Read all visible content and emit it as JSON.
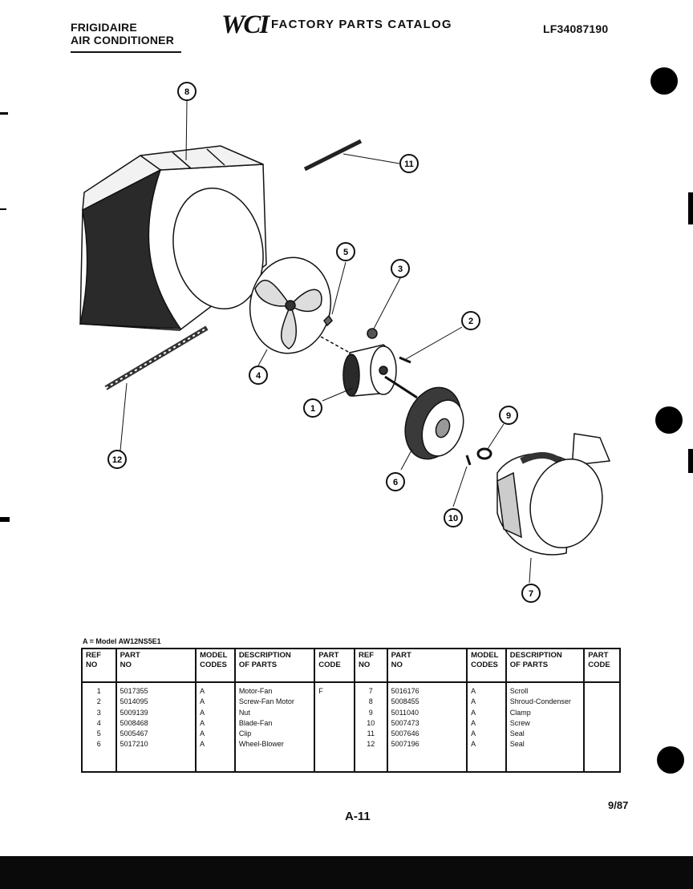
{
  "header": {
    "brand_line1": "FRIGIDAIRE",
    "brand_line2": "AIR CONDITIONER",
    "logo_text": "WCI",
    "catalog_title": "FACTORY PARTS CATALOG",
    "catalog_number": "LF34087190"
  },
  "diagram": {
    "callouts": [
      {
        "ref": "8",
        "part": "Shroud-Condenser"
      },
      {
        "ref": "11",
        "part": "Seal"
      },
      {
        "ref": "5",
        "part": "Clip"
      },
      {
        "ref": "3",
        "part": "Nut"
      },
      {
        "ref": "2",
        "part": "Screw-Fan Motor"
      },
      {
        "ref": "4",
        "part": "Blade-Fan"
      },
      {
        "ref": "1",
        "part": "Motor-Fan"
      },
      {
        "ref": "9",
        "part": "Clamp"
      },
      {
        "ref": "12",
        "part": "Seal"
      },
      {
        "ref": "6",
        "part": "Wheel-Blower"
      },
      {
        "ref": "10",
        "part": "Screw"
      },
      {
        "ref": "7",
        "part": "Scroll"
      }
    ]
  },
  "model_note": "A = Model AW12NS5E1",
  "table": {
    "headers": [
      [
        "REF",
        "NO"
      ],
      [
        "PART",
        "NO"
      ],
      [
        "MODEL",
        "CODES"
      ],
      [
        "DESCRIPTION",
        "OF PARTS"
      ],
      [
        "PART",
        "CODE"
      ],
      [
        "REF",
        "NO"
      ],
      [
        "PART",
        "NO"
      ],
      [
        "MODEL",
        "CODES"
      ],
      [
        "DESCRIPTION",
        "OF PARTS"
      ],
      [
        "PART",
        "CODE"
      ]
    ],
    "left_rows": [
      {
        "ref": "1",
        "part_no": "5017355",
        "model": "A",
        "desc": "Motor-Fan",
        "code": "F"
      },
      {
        "ref": "2",
        "part_no": "5014095",
        "model": "A",
        "desc": "Screw-Fan Motor",
        "code": ""
      },
      {
        "ref": "3",
        "part_no": "5009139",
        "model": "A",
        "desc": "Nut",
        "code": ""
      },
      {
        "ref": "4",
        "part_no": "5008468",
        "model": "A",
        "desc": "Blade-Fan",
        "code": ""
      },
      {
        "ref": "5",
        "part_no": "5005467",
        "model": "A",
        "desc": "Clip",
        "code": ""
      },
      {
        "ref": "6",
        "part_no": "5017210",
        "model": "A",
        "desc": "Wheel-Blower",
        "code": ""
      }
    ],
    "right_rows": [
      {
        "ref": "7",
        "part_no": "5016176",
        "model": "A",
        "desc": "Scroll",
        "code": ""
      },
      {
        "ref": "8",
        "part_no": "5008455",
        "model": "A",
        "desc": "Shroud-Condenser",
        "code": ""
      },
      {
        "ref": "9",
        "part_no": "5011040",
        "model": "A",
        "desc": "Clamp",
        "code": ""
      },
      {
        "ref": "10",
        "part_no": "5007473",
        "model": "A",
        "desc": "Screw",
        "code": ""
      },
      {
        "ref": "11",
        "part_no": "5007646",
        "model": "A",
        "desc": "Seal",
        "code": ""
      },
      {
        "ref": "12",
        "part_no": "5007196",
        "model": "A",
        "desc": "Seal",
        "code": ""
      }
    ]
  },
  "footer": {
    "page": "A-11",
    "date": "9/87"
  }
}
